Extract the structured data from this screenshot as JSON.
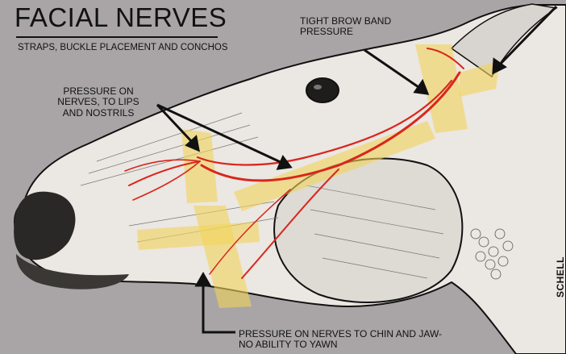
{
  "header": {
    "title": "FACIAL NERVES",
    "subtitle": "STRAPS, BUCKLE PLACEMENT AND CONCHOS"
  },
  "callouts": {
    "lips": "PRESSURE ON NERVES, TO LIPS AND NOSTRILS",
    "brow": "TIGHT BROW BAND PRESSURE",
    "chin": "PRESSURE ON NERVES TO CHIN AND JAW- NO ABILITY TO YAWN"
  },
  "signature": "SCHELL",
  "colors": {
    "background": "#a9a5a6",
    "pressure_highlight": "#f2d35a",
    "nerve": "#d9261c",
    "ink": "#111111"
  }
}
